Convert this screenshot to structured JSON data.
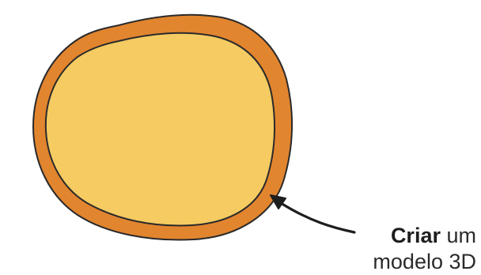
{
  "caption": {
    "bold": "Criar",
    "rest_line1": "um",
    "line2": "modelo 3D"
  },
  "colors": {
    "background": "#ffffff",
    "crust": "#e2852f",
    "crust_shadow": "#d9782a",
    "base": "#f5cb62",
    "outline": "#2a2a2a"
  },
  "icons": {
    "shape": "round-disk-with-rim",
    "pointer": "curved-arrow-left-up"
  }
}
